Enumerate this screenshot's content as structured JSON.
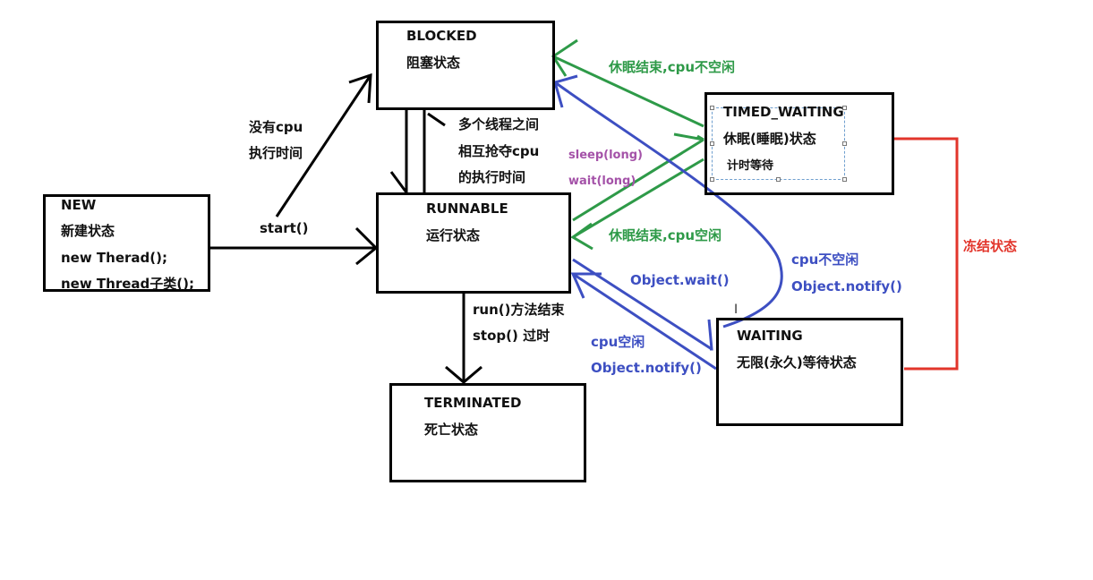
{
  "states": {
    "new": {
      "name": "NEW",
      "desc": "新建状态",
      "line1": "new Therad();",
      "line2": "new Thread子类();"
    },
    "blocked": {
      "name": "BLOCKED",
      "desc": "阻塞状态"
    },
    "runnable": {
      "name": "RUNNABLE",
      "desc": "运行状态"
    },
    "terminated": {
      "name": "TERMINATED",
      "desc": "死亡状态"
    },
    "timed_waiting": {
      "name": "TIMED_WAITING",
      "desc": "休眠(睡眠)状态",
      "sub": "计时等待"
    },
    "waiting": {
      "name": "WAITING",
      "desc": "无限(永久)等待状态"
    }
  },
  "labels": {
    "start": "start()",
    "no_cpu_1": "没有cpu",
    "no_cpu_2": "执行时间",
    "compete_1": "多个线程之间",
    "compete_2": "相互抢夺cpu",
    "compete_3": "的执行时间",
    "run_end": "run()方法结束",
    "stop": "stop() 过时",
    "sleep_long": "sleep(long)",
    "wait_long": "wait(long)",
    "sleep_end_busy": "休眠结束,cpu不空闲",
    "sleep_end_free": "休眠结束,cpu空闲",
    "object_wait": "Object.wait()",
    "cpu_busy": "cpu不空闲",
    "notify_busy": "Object.notify()",
    "cpu_free": "cpu空闲",
    "notify_free": "Object.notify()",
    "frozen": "冻结状态"
  },
  "colors": {
    "black": "#000000",
    "green": "#2e9a48",
    "purple": "#a452a8",
    "blue": "#3d4fc2",
    "red": "#e2352b"
  }
}
